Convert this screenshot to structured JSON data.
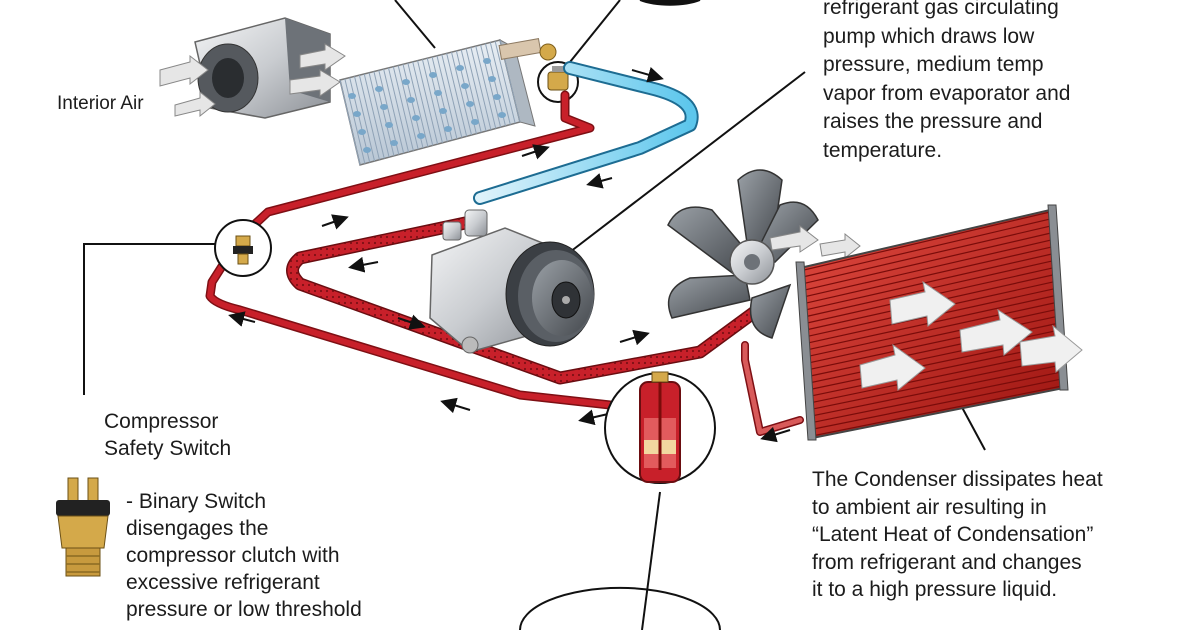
{
  "labels": {
    "interior_air": "Interior Air",
    "compressor_desc": "refrigerant gas circulating\npump which draws low\npressure, medium temp\nvapor from evaporator and\nraises the pressure and\ntemperature.",
    "safety_switch_title": "Compressor\nSafety Switch",
    "binary_switch_desc": "- Binary Switch\n  disengages  the\n  compressor clutch with\n  excessive refrigerant\n  pressure or low threshold",
    "condenser_desc": "The Condenser dissipates heat\nto ambient air resulting in\n“Latent Heat of Condensation”\nfrom refrigerant and changes\nit to a high pressure liquid."
  },
  "colors": {
    "high_side": "#c8202a",
    "low_side": "#5cc6ec",
    "condenser": "#c82a24",
    "component_metal": "#c9ccd0",
    "leader_line": "#111111"
  },
  "icons": [
    "blower-fan-icon",
    "evaporator-icon",
    "compressor-icon",
    "cooling-fan-icon",
    "condenser-icon",
    "receiver-drier-icon",
    "binary-switch-icon"
  ]
}
